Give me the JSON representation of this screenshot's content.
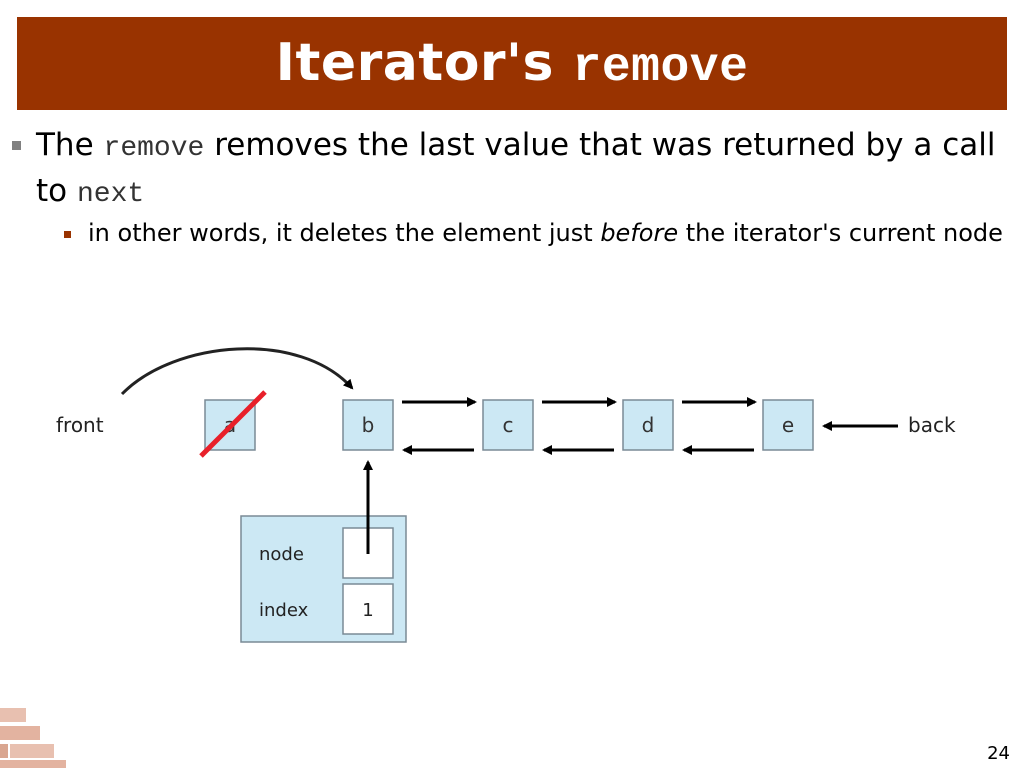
{
  "slide": {
    "title_prefix": "Iterator's ",
    "title_code": "remove",
    "bullet1": {
      "t1": "The ",
      "code1": "remove",
      "t2": " removes the last value that was returned by a call to ",
      "code2": "next"
    },
    "bullet2": {
      "t1": "in other words, it deletes the element just ",
      "em": "before",
      "t2": " the iterator's current node"
    },
    "page_number": "24"
  },
  "diagram": {
    "front_label": "front",
    "back_label": "back",
    "nodes": [
      "a",
      "b",
      "c",
      "d",
      "e"
    ],
    "iterator": {
      "node_label": "node",
      "index_label": "index",
      "index_value": "1"
    }
  },
  "colors": {
    "title_bar": "#993300",
    "node_fill": "#cce8f4",
    "strike": "#e8202a"
  }
}
